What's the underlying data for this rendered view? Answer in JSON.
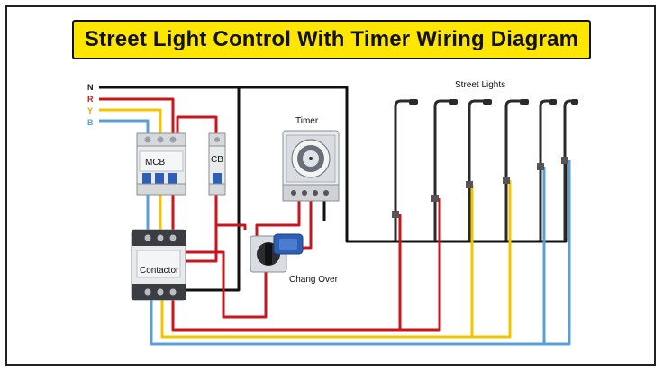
{
  "title": "Street Light Control With Timer Wiring Diagram",
  "phases": [
    {
      "label": "N",
      "color": "#111111"
    },
    {
      "label": "R",
      "color": "#c8161d"
    },
    {
      "label": "Y",
      "color": "#f2c500"
    },
    {
      "label": "B",
      "color": "#5aa0d8"
    }
  ],
  "components": {
    "mcb": "MCB",
    "cb": "CB",
    "timer": "Timer",
    "contactor": "Contactor",
    "changeover": "Chang Over",
    "street_lights": "Street Lights"
  }
}
